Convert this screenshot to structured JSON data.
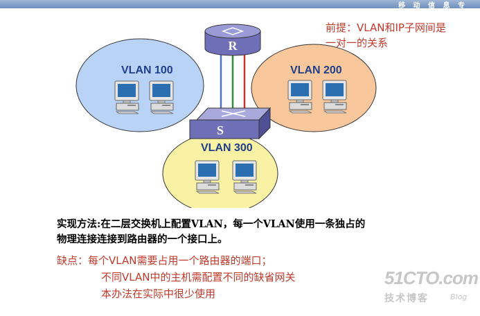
{
  "header": {
    "text": "移 动 信 息 专"
  },
  "premise": {
    "line1": "前提：VLAN和IP子网间是",
    "line2": "一对一的关系"
  },
  "diagram": {
    "router_label": "R",
    "switch_label": "S",
    "vlans": [
      {
        "label": "VLAN 100",
        "color": "#b9d3f7"
      },
      {
        "label": "VLAN 200",
        "color": "#f8c89c"
      },
      {
        "label": "VLAN 300",
        "color": "#f9f1a4"
      }
    ],
    "link_colors": [
      "#4a72c4",
      "#2e8b3a",
      "#c0392b"
    ]
  },
  "method": {
    "line1": "实现方法:在二层交换机上配置VLAN，每一个VLAN使用一条独占的",
    "line2": "物理连接连接到路由器的一个接口上。"
  },
  "cons": {
    "line1": "缺点：每个VLAN需要占用一个路由器的端口；",
    "line2": "不同VLAN中的主机需配置不同的缺省网关",
    "line3": "本办法在实际中很少使用"
  },
  "watermark": {
    "main": "51CTO.com",
    "sub": "技术博客",
    "blog": "Blog"
  }
}
